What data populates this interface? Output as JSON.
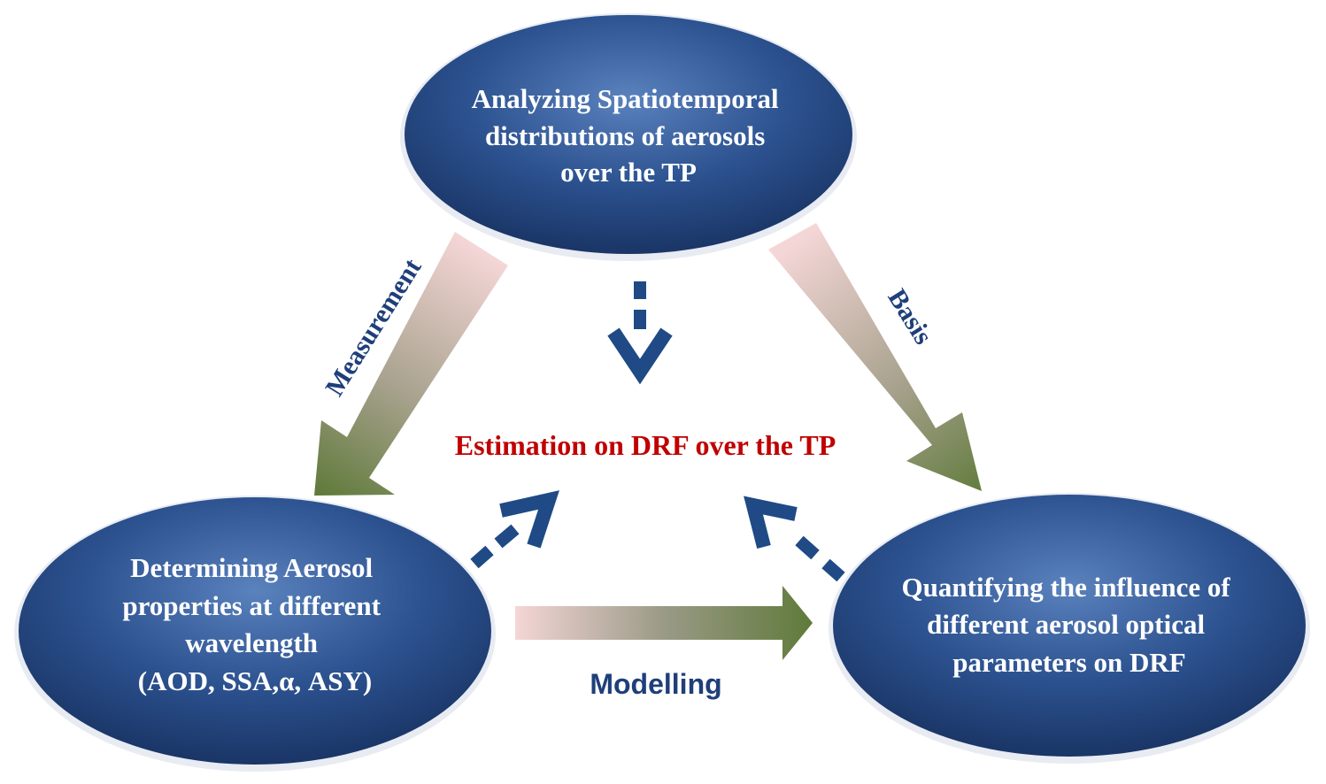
{
  "nodes": {
    "top": {
      "lines": [
        "Analyzing Spatiotemporal",
        "distributions of aerosols",
        "over the TP"
      ]
    },
    "left": {
      "lines": [
        "Determining Aerosol",
        "properties at different",
        "wavelength",
        "(AOD, SSA,α, ASY)"
      ]
    },
    "right": {
      "lines": [
        "Quantifying the influence of",
        "different aerosol optical",
        "parameters on DRF"
      ]
    }
  },
  "center": {
    "label": "Estimation on DRF over the TP"
  },
  "edges": {
    "measurement": "Measurement",
    "basis": "Basis",
    "modelling": "Modelling"
  },
  "colors": {
    "ellipse_dark": "#1c3c72",
    "ellipse_light": "#4f77b3",
    "arrow_navy": "#1f4a85",
    "gradient_start": "#f2d2d2",
    "gradient_end": "#5f7a3a",
    "center_text": "#c00000"
  }
}
